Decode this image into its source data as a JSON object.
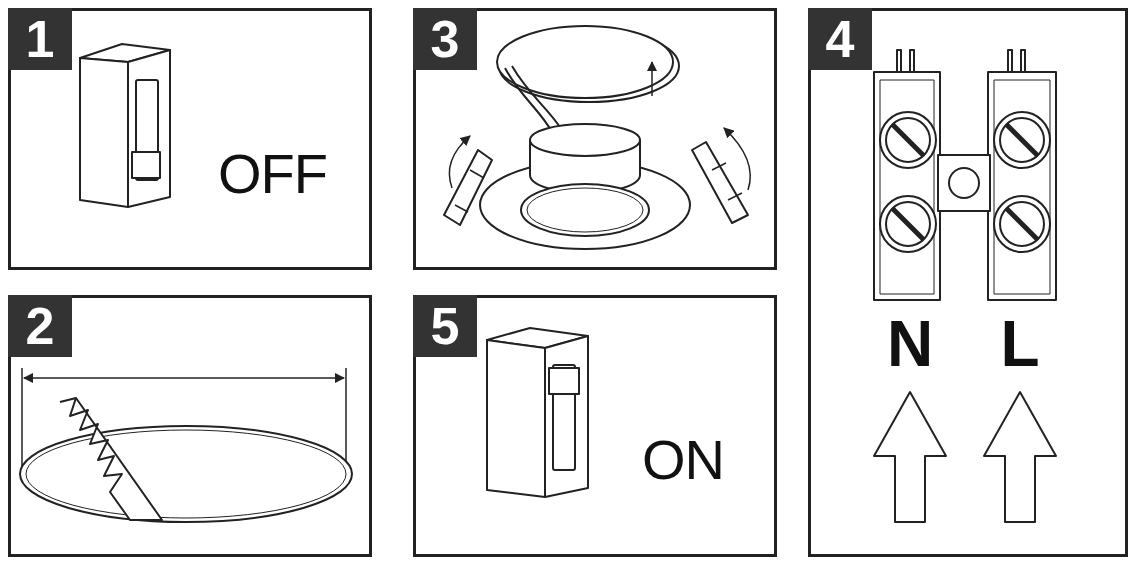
{
  "diagram": {
    "nodes": [
      {
        "text": [
          "1",
          "OFF"
        ]
      },
      {
        "text": [
          "3"
        ]
      },
      {
        "text": [
          "4",
          "N",
          "L"
        ]
      },
      {
        "text": [
          "2"
        ]
      },
      {
        "text": [
          "5",
          "ON"
        ]
      }
    ]
  }
}
